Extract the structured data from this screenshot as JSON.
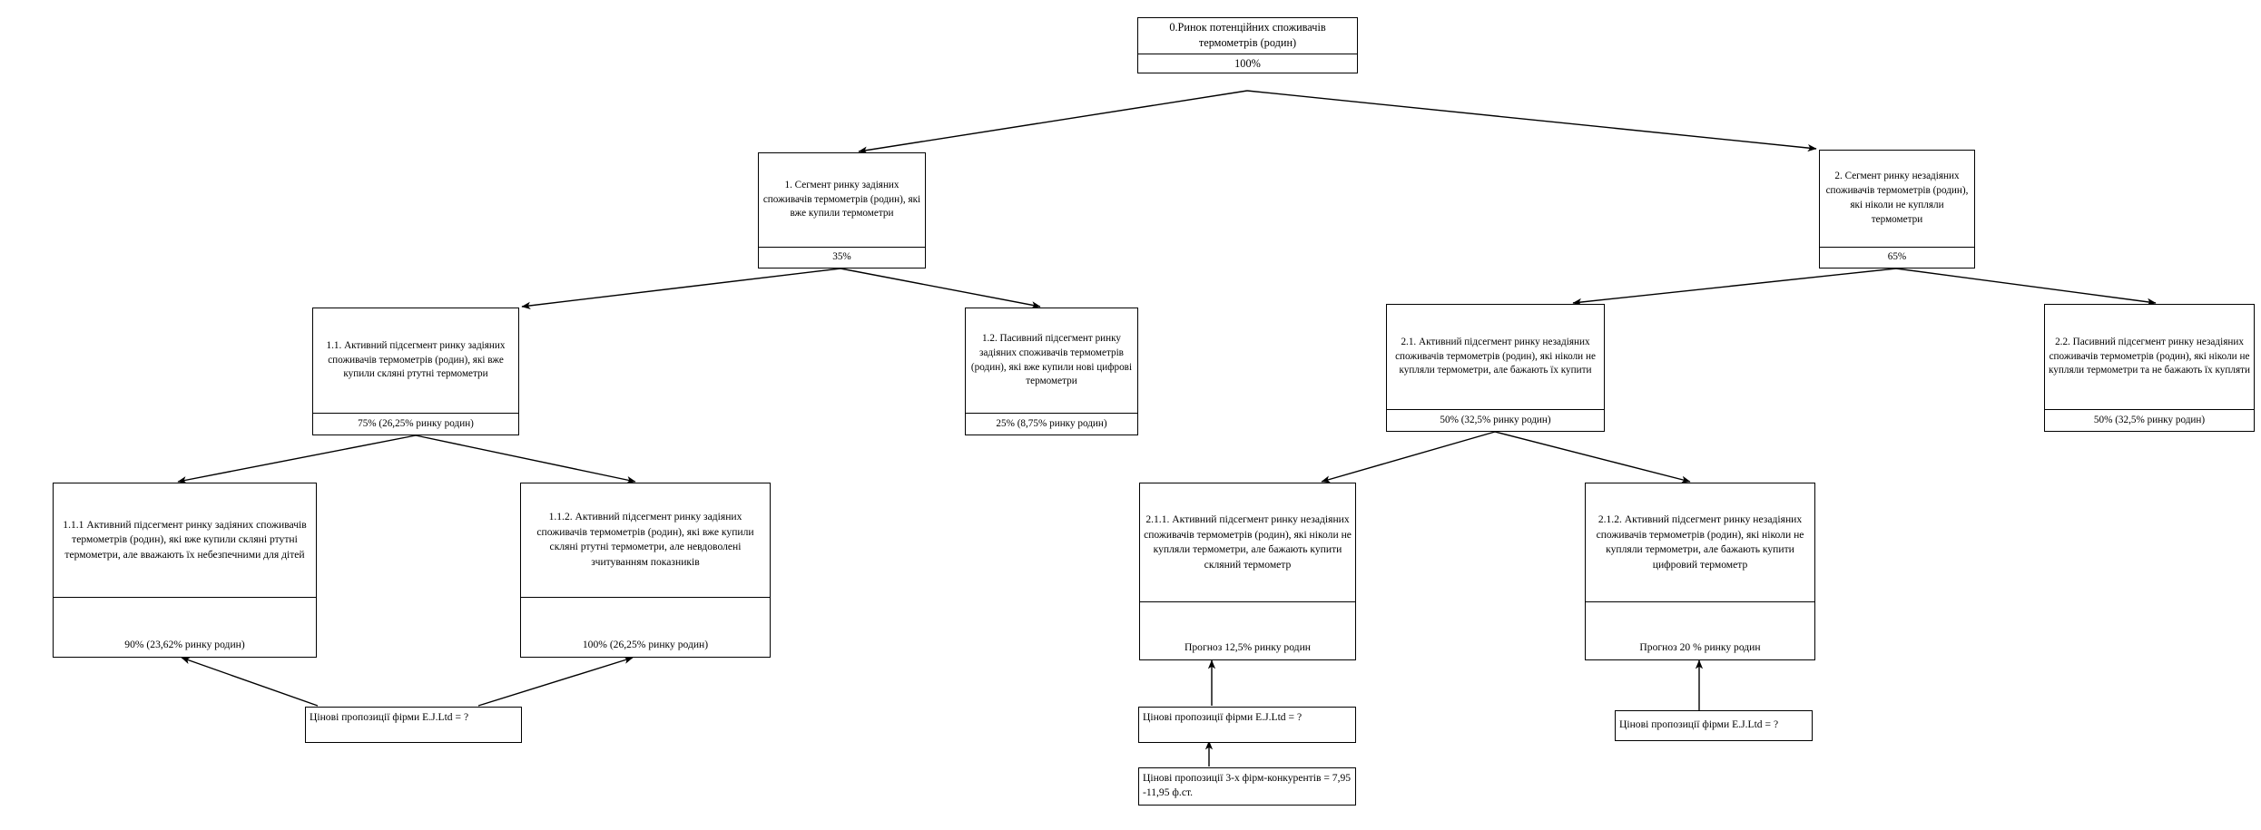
{
  "diagram": {
    "title": "Market segmentation tree of potential thermometer consumers",
    "language": "uk",
    "background": "#ffffff",
    "line_color": "#000000",
    "text_color": "#000000"
  },
  "nodes": {
    "root": {
      "id": "0",
      "label": "0.Ринок потенційних споживачів термометрів (родин)",
      "value": "100%"
    },
    "n1": {
      "id": "1",
      "label": "1. Сегмент ринку задіяних споживачів термометрів (родин), які вже купили термометри",
      "value": "35%"
    },
    "n2": {
      "id": "2",
      "label": "2. Сегмент ринку незадіяних споживачів термометрів (родин), які ніколи не купляли термометри",
      "value": "65%"
    },
    "n11": {
      "id": "1.1",
      "label": "1.1. Активний підсегмент ринку задіяних споживачів термометрів (родин), які вже купили скляні ртутні термометри",
      "value": "75% (26,25% ринку родин)"
    },
    "n12": {
      "id": "1.2",
      "label": "1.2. Пасивний підсегмент ринку задіяних споживачів термометрів (родин), які вже купили нові цифрові термометри",
      "value": "25% (8,75% ринку родин)"
    },
    "n21": {
      "id": "2.1",
      "label": "2.1. Активний підсегмент ринку незадіяних споживачів термометрів (родин), які ніколи не купляли термометри, але бажають їх купити",
      "value": "50% (32,5% ринку родин)"
    },
    "n22": {
      "id": "2.2",
      "label": "2.2. Пасивний підсегмент ринку незадіяних споживачів термометрів (родин), які ніколи не купляли термометри та не бажають їх купляти",
      "value": "50% (32,5% ринку родин)"
    },
    "n111": {
      "id": "1.1.1",
      "label": "1.1.1 Активний підсегмент ринку задіяних споживачів термометрів (родин), які вже купили скляні ртутні термометри, але вважають їх небезпечними для дітей",
      "value": "90% (23,62% ринку родин)"
    },
    "n112": {
      "id": "1.1.2",
      "label": "1.1.2. Активний підсегмент ринку задіяних споживачів термометрів (родин), які вже купили скляні ртутні термометри, але невдоволені зчитуванням показників",
      "value": "100% (26,25% ринку родин)"
    },
    "n211": {
      "id": "2.1.1",
      "label": "2.1.1. Активний підсегмент ринку незадіяних споживачів термометрів (родин), які ніколи не купляли термометри, але бажають купити скляний термометр",
      "value": "Прогноз 12,5% ринку родин"
    },
    "n212": {
      "id": "2.1.2",
      "label": "2.1.2. Активний підсегмент ринку незадіяних споживачів термометрів (родин), які ніколи не купляли термометри, але бажають купити цифровий термометр",
      "value": "Прогноз 20 % ринку родин"
    },
    "price_left": {
      "id": "price-left",
      "label": "Цінові пропозиції фірми E.J.Ltd = ?"
    },
    "price_mid": {
      "id": "price-mid",
      "label": "Цінові пропозиції фірми E.J.Ltd  = ?"
    },
    "price_competitors": {
      "id": "price-competitors",
      "label": "Цінові пропозиції 3-х фірм-конкурентів = 7,95 -11,95 ф.ст."
    },
    "price_right": {
      "id": "price-right",
      "label": "Цінові пропозиції фірми E.J.Ltd  = ?"
    }
  }
}
